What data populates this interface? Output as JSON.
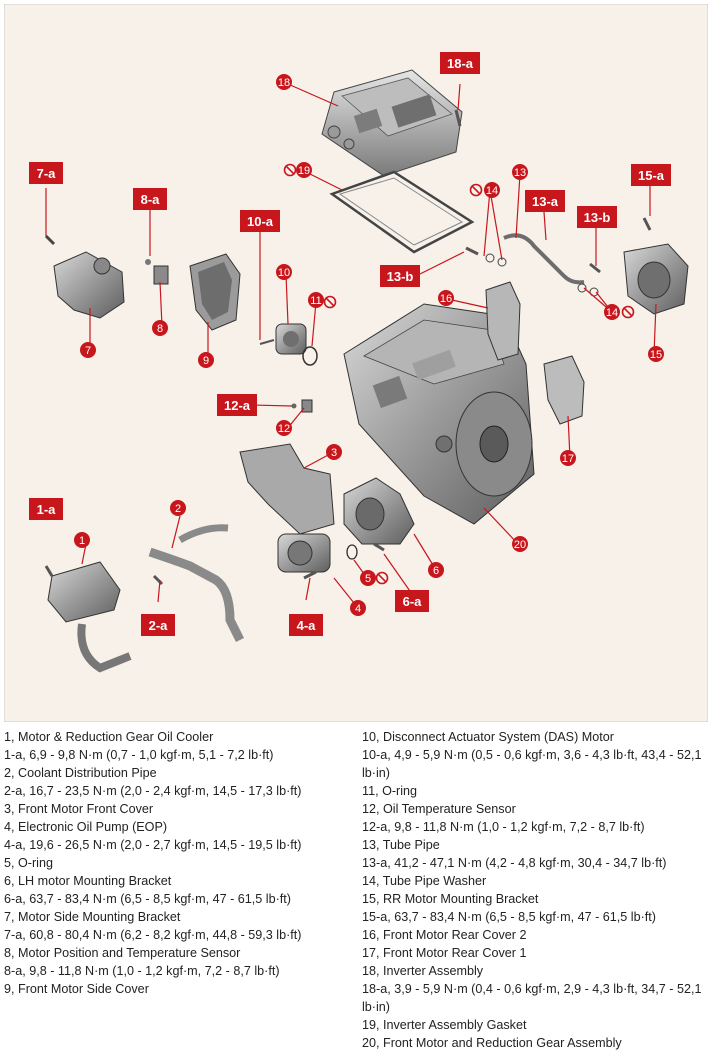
{
  "colors": {
    "panel_bg": "#f7f1ea",
    "callout_red": "#c8161d",
    "part_gray": "#8d8d8d",
    "text": "#222222"
  },
  "icons": {
    "no_reuse": "prohibition-circle-icon"
  },
  "callouts": {
    "c1": "1",
    "c2": "2",
    "c3": "3",
    "c4": "4",
    "c5": "5",
    "c6": "6",
    "c7": "7",
    "c8": "8",
    "c9": "9",
    "c10": "10",
    "c11": "11",
    "c12": "12",
    "c13": "13",
    "c14a": "14",
    "c14b": "14",
    "c15": "15",
    "c16": "16",
    "c17": "17",
    "c18": "18",
    "c19": "19",
    "c20": "20"
  },
  "torque_tags": {
    "t1a": "1-a",
    "t2a": "2-a",
    "t4a": "4-a",
    "t6a": "6-a",
    "t7a": "7-a",
    "t8a": "8-a",
    "t10a": "10-a",
    "t12a": "12-a",
    "t13a": "13-a",
    "t13b_left": "13-b",
    "t13b_right": "13-b",
    "t15a": "15-a",
    "t18a": "18-a"
  },
  "legend": {
    "left": [
      "1, Motor & Reduction Gear Oil Cooler",
      "1-a, 6,9 - 9,8 N·m (0,7 - 1,0 kgf·m, 5,1 - 7,2 lb·ft)",
      "2, Coolant Distribution Pipe",
      "2-a, 16,7 - 23,5 N·m (2,0 - 2,4 kgf·m, 14,5 - 17,3 lb·ft)",
      "3, Front Motor Front Cover",
      "4, Electronic Oil Pump (EOP)",
      "4-a, 19,6 - 26,5 N·m (2,0 - 2,7 kgf·m, 14,5 - 19,5 lb·ft)",
      "5, O-ring",
      "6, LH motor Mounting Bracket",
      "6-a, 63,7 - 83,4 N·m (6,5 - 8,5 kgf·m, 47 - 61,5 lb·ft)",
      "7, Motor Side Mounting Bracket",
      "7-a, 60,8 - 80,4 N·m (6,2 - 8,2 kgf·m, 44,8 - 59,3 lb·ft)",
      "8, Motor Position and Temperature Sensor",
      "8-a, 9,8 - 11,8 N·m (1,0 - 1,2 kgf·m, 7,2 - 8,7 lb·ft)",
      "9, Front Motor Side Cover"
    ],
    "right": [
      "10, Disconnect Actuator System (DAS) Motor",
      "10-a, 4,9 - 5,9 N·m (0,5 - 0,6 kgf·m, 3,6 - 4,3 lb·ft, 43,4 - 52,1 lb·in)",
      "11, O-ring",
      "12, Oil Temperature Sensor",
      "12-a, 9,8 - 11,8 N·m (1,0 - 1,2 kgf·m, 7,2 - 8,7 lb·ft)",
      "13, Tube Pipe",
      "13-a, 41,2 - 47,1 N·m (4,2 - 4,8 kgf·m, 30,4 - 34,7 lb·ft)",
      "14, Tube Pipe Washer",
      "15, RR Motor Mounting Bracket",
      "15-a, 63,7 - 83,4 N·m (6,5 - 8,5 kgf·m, 47 - 61,5 lb·ft)",
      "16, Front Motor Rear Cover 2",
      "17, Front Motor Rear Cover 1",
      "18, Inverter Assembly",
      "18-a, 3,9 - 5,9 N·m (0,4 - 0,6 kgf·m, 2,9 - 4,3 lb·ft, 34,7 - 52,1 lb·in)",
      "19, Inverter Assembly Gasket",
      "20, Front Motor and Reduction Gear Assembly"
    ]
  }
}
